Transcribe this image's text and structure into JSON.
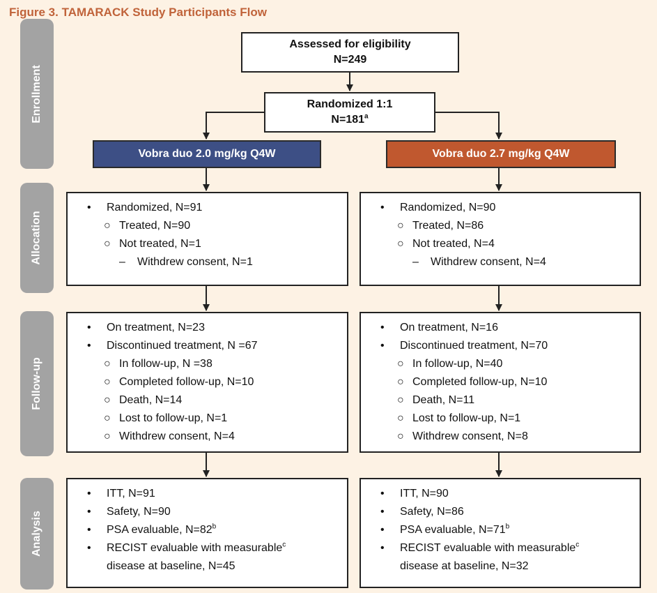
{
  "figure_title": "Figure 3. TAMARACK Study Participants Flow",
  "stages": {
    "enrollment": "Enrollment",
    "allocation": "Allocation",
    "followup": "Follow-up",
    "analysis": "Analysis"
  },
  "eligibility": {
    "line1": "Assessed for eligibility",
    "line2": "N=249"
  },
  "randomized": {
    "line1": "Randomized 1:1",
    "line2": "N=181",
    "sup": "a"
  },
  "arms": {
    "left": {
      "label": "Vobra duo 2.0 mg/kg Q4W",
      "color": "#3d4f85"
    },
    "right": {
      "label": "Vobra duo 2.7 mg/kg Q4W",
      "color": "#c0582f"
    }
  },
  "markers": {
    "bullet": "•",
    "circle": "○",
    "dash": "–"
  },
  "allocation": {
    "left": {
      "randomized": "Randomized, N=91",
      "treated": "Treated, N=90",
      "not_treated": "Not treated, N=1",
      "withdrew": "Withdrew consent, N=1"
    },
    "right": {
      "randomized": "Randomized, N=90",
      "treated": "Treated, N=86",
      "not_treated": "Not treated, N=4",
      "withdrew": "Withdrew consent, N=4"
    }
  },
  "followup": {
    "left": {
      "on_treatment": "On treatment, N=23",
      "discontinued": "Discontinued treatment, N =67",
      "in_followup": "In follow-up, N =38",
      "completed": "Completed follow-up, N=10",
      "death": "Death, N=14",
      "lost": "Lost to follow-up, N=1",
      "withdrew": "Withdrew consent, N=4"
    },
    "right": {
      "on_treatment": "On treatment, N=16",
      "discontinued": "Discontinued treatment, N=70",
      "in_followup": "In follow-up, N=40",
      "completed": "Completed follow-up, N=10",
      "death": "Death, N=11",
      "lost": "Lost to follow-up, N=1",
      "withdrew": "Withdrew consent, N=8"
    }
  },
  "analysis": {
    "left": {
      "itt": "ITT, N=91",
      "safety": "Safety, N=90",
      "psa": "PSA evaluable, N=82",
      "psa_sup": "b",
      "recist": "RECIST evaluable with measurable",
      "recist_sup": "c",
      "recist_cont": "disease at baseline, N=45"
    },
    "right": {
      "itt": "ITT, N=90",
      "safety": "Safety, N=86",
      "psa": "PSA evaluable, N=71",
      "psa_sup": "b",
      "recist": "RECIST evaluable with measurable",
      "recist_sup": "c",
      "recist_cont": "disease at baseline, N=32"
    }
  }
}
